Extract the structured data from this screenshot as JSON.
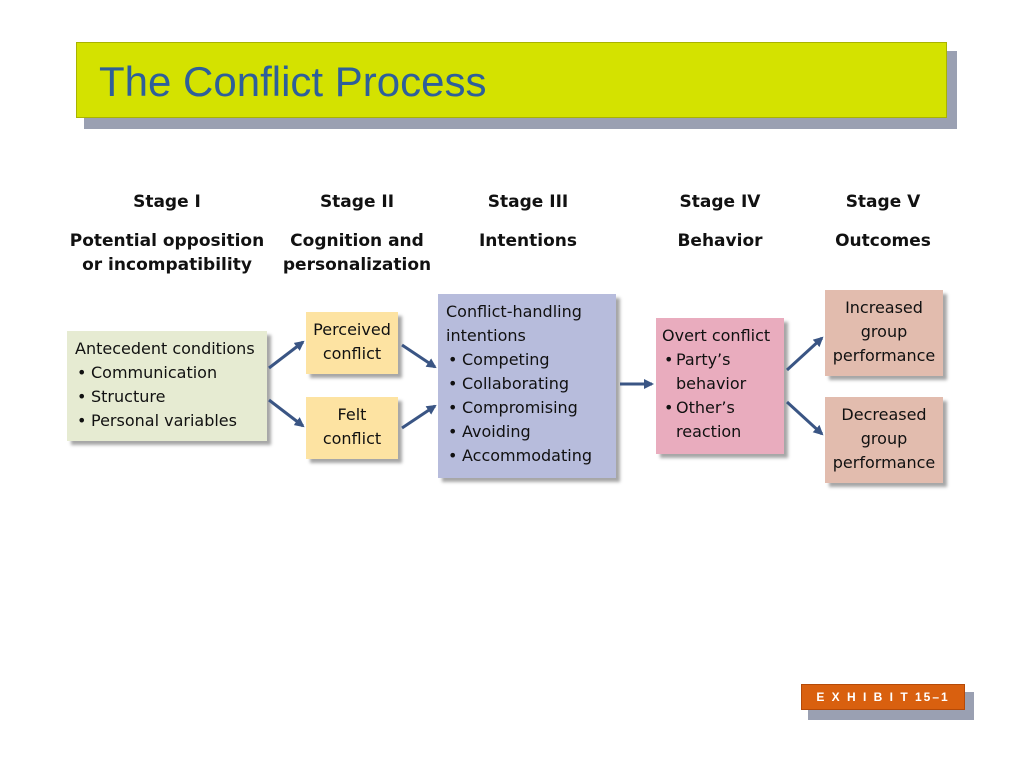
{
  "title": "The Conflict Process",
  "stages": [
    {
      "number": "Stage I",
      "name_lines": [
        "Potential opposition",
        "or incompatibility"
      ]
    },
    {
      "number": "Stage II",
      "name_lines": [
        "Cognition and",
        "personalization"
      ]
    },
    {
      "number": "Stage III",
      "name_lines": [
        "Intentions",
        ""
      ]
    },
    {
      "number": "Stage IV",
      "name_lines": [
        "Behavior",
        ""
      ]
    },
    {
      "number": "Stage V",
      "name_lines": [
        "Outcomes",
        ""
      ]
    }
  ],
  "boxes": {
    "antecedent": {
      "heading": "Antecedent conditions",
      "items": [
        "Communication",
        "Structure",
        "Personal variables"
      ]
    },
    "perceived": {
      "lines": [
        "Perceived",
        "conflict"
      ]
    },
    "felt": {
      "lines": [
        "Felt",
        "conflict"
      ]
    },
    "intentions": {
      "heading_lines": [
        "Conflict-handling",
        "intentions"
      ],
      "items": [
        "Competing",
        "Collaborating",
        "Compromising",
        "Avoiding",
        "Accommodating"
      ]
    },
    "overt": {
      "heading": "Overt conflict",
      "items": [
        [
          "Party’s",
          "behavior"
        ],
        [
          "Other’s",
          "reaction"
        ]
      ]
    },
    "increased": {
      "lines": [
        "Increased",
        "group",
        "performance"
      ]
    },
    "decreased": {
      "lines": [
        "Decreased",
        "group",
        "performance"
      ]
    }
  },
  "exhibit_label": "E X H I B I T  15–1",
  "colors": {
    "title_bg": "#d4e200",
    "title_text": "#2e5f9a",
    "antecedent_bg": "#e6ebd2",
    "stage2_bg": "#fde3a2",
    "intentions_bg": "#b7bcdc",
    "behavior_bg": "#e9acbe",
    "outcome_bg": "#e2bcae",
    "arrow": "#3a5584",
    "exhibit_bg": "#d9600f"
  }
}
